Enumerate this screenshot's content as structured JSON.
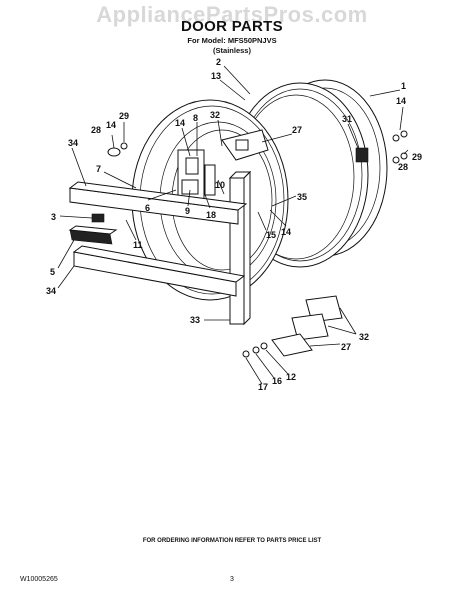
{
  "watermark": "AppliancePartsPros.com",
  "header": {
    "title": "DOOR PARTS",
    "model": "For Model: MFS50PNJVS",
    "variant": "(Stainless)"
  },
  "footer": {
    "doc_code": "W10005265",
    "note": "FOR ORDERING INFORMATION REFER TO PARTS PRICE LIST",
    "page_number": "3"
  },
  "callouts": {
    "c1": "1",
    "c2": "2",
    "c13": "13",
    "c14a": "14",
    "c29a": "29",
    "c31": "31",
    "c28a": "28",
    "c29b": "29",
    "c14b": "14",
    "c28b": "28",
    "c34a": "34",
    "c14c": "14",
    "c8": "8",
    "c32a": "32",
    "c27a": "27",
    "c7": "7",
    "c10": "10",
    "c35": "35",
    "c6": "6",
    "c9": "9",
    "c18": "18",
    "c3": "3",
    "c15": "15",
    "c14d": "14",
    "c11": "11",
    "c5": "5",
    "c34b": "34",
    "c33": "33",
    "c32b": "32",
    "c27b": "27",
    "c12": "12",
    "c16": "16",
    "c17": "17"
  }
}
